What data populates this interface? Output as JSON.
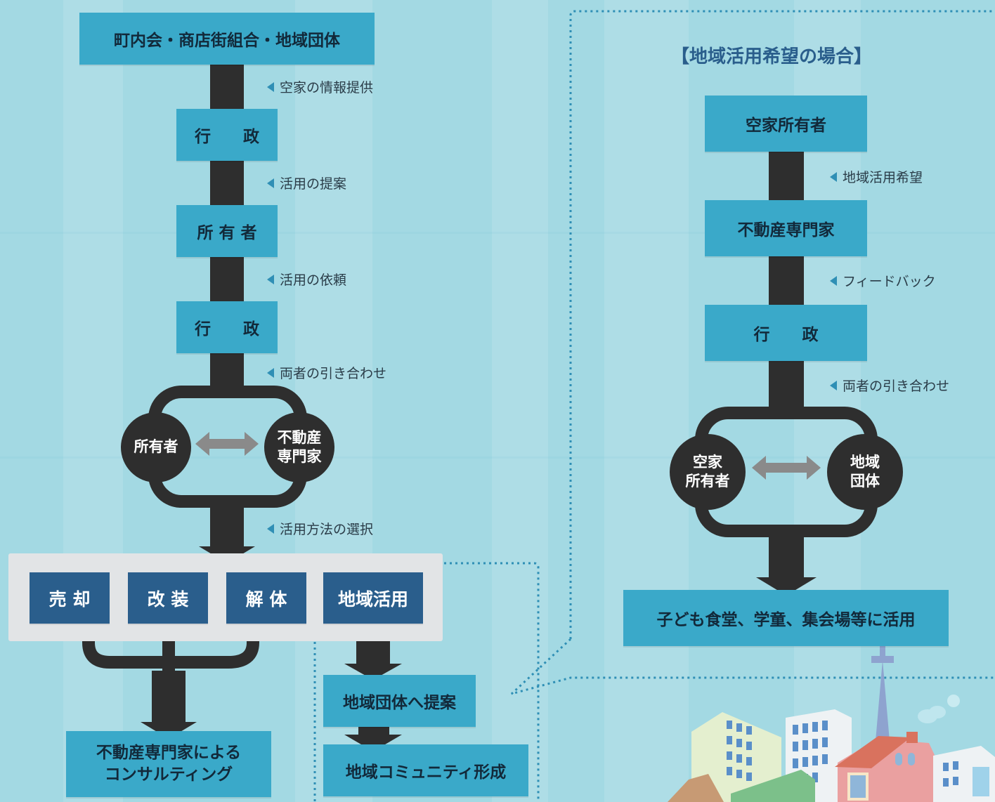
{
  "left_flow": {
    "top_box": "町内会・商店街組合・地域団体",
    "step1_label": "空家の情報提供",
    "box_gyousei_1": "行　　政",
    "step2_label": "活用の提案",
    "box_owner": "所 有 者",
    "step3_label": "活用の依頼",
    "box_gyousei_2": "行　　政",
    "step4_label": "両者の引き合わせ",
    "circle_owner": "所有者",
    "circle_expert": "不動産\n専門家",
    "step5_label": "活用方法の選択",
    "options": [
      "売 却",
      "改 装",
      "解 体",
      "地域活用"
    ],
    "consulting_box": "不動産専門家による\nコンサルティング",
    "proposal_box": "地域団体へ提案",
    "community_box": "地域コミュニティ形成"
  },
  "right_flow": {
    "title": "【地域活用希望の場合】",
    "box_vacant_owner": "空家所有者",
    "step1_label": "地域活用希望",
    "box_expert": "不動産専門家",
    "step2_label": "フィードバック",
    "box_gyousei": "行　　政",
    "step3_label": "両者の引き合わせ",
    "circle_owner": "空家\n所有者",
    "circle_group": "地域\n団体",
    "result_box": "子ども食堂、学童、集会場等に活用"
  },
  "colors": {
    "background": "#a3d9e3",
    "box": "#3aa9c9",
    "dark_box": "#2a5e8c",
    "connector": "#2e2e2e",
    "dotted": "#2f8fb5"
  }
}
